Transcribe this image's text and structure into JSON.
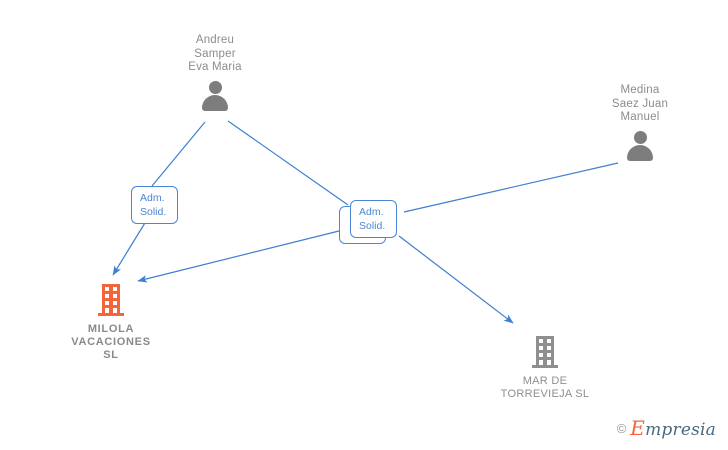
{
  "diagram": {
    "type": "corporate-relationship-graph",
    "colors": {
      "edge": "#3f7fd0",
      "label_border": "#4a86d6",
      "label_text": "#4a86d6",
      "person_icon": "#7d7d7d",
      "company_icon_highlight": "#f4663a",
      "company_icon_default": "#8f8f8f",
      "node_text": "#8c8c8c"
    },
    "nodes": [
      {
        "id": "person-andreu",
        "kind": "person",
        "label": "Andreu\nSamper\nEva Maria"
      },
      {
        "id": "person-medina",
        "kind": "person",
        "label": "Medina\nSaez Juan\nManuel"
      },
      {
        "id": "company-milola",
        "kind": "company",
        "highlight": true,
        "label": "MILOLA\nVACACIONES\nSL"
      },
      {
        "id": "company-mar-de-torrevieja",
        "kind": "company",
        "highlight": false,
        "label": "MAR DE\nTORREVIEJA SL"
      }
    ],
    "relation_labels": [
      {
        "id": "rel-andreu-milola",
        "text": "Adm.\nSolid."
      },
      {
        "id": "rel-center-back",
        "text": "Adm.\nSolid."
      },
      {
        "id": "rel-center-front",
        "text": "Adm.\nSolid."
      }
    ]
  },
  "watermark": {
    "copyright": "©",
    "brand_initial": "E",
    "brand_rest": "mpresia"
  }
}
